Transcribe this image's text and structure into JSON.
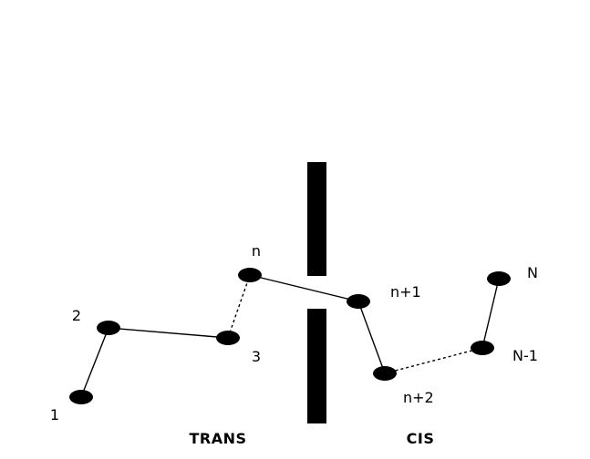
{
  "diagram": {
    "beads": [
      {
        "label": "1"
      },
      {
        "label": "2"
      },
      {
        "label": "3"
      },
      {
        "label": "n"
      },
      {
        "label": "n+1"
      },
      {
        "label": "n+2"
      },
      {
        "label": "N-1"
      },
      {
        "label": "N"
      }
    ],
    "bonds": [
      {
        "from": 0,
        "to": 1,
        "style": "solid"
      },
      {
        "from": 1,
        "to": 2,
        "style": "solid"
      },
      {
        "from": 2,
        "to": 3,
        "style": "dashed"
      },
      {
        "from": 3,
        "to": 4,
        "style": "solid"
      },
      {
        "from": 4,
        "to": 5,
        "style": "solid"
      },
      {
        "from": 5,
        "to": 6,
        "style": "dashed"
      },
      {
        "from": 6,
        "to": 7,
        "style": "solid"
      }
    ],
    "sides": {
      "trans_label": "TRANS",
      "cis_label": "CIS"
    },
    "membrane": {
      "color": "#000000",
      "has_pore": true
    },
    "bead_color": "#000000"
  }
}
